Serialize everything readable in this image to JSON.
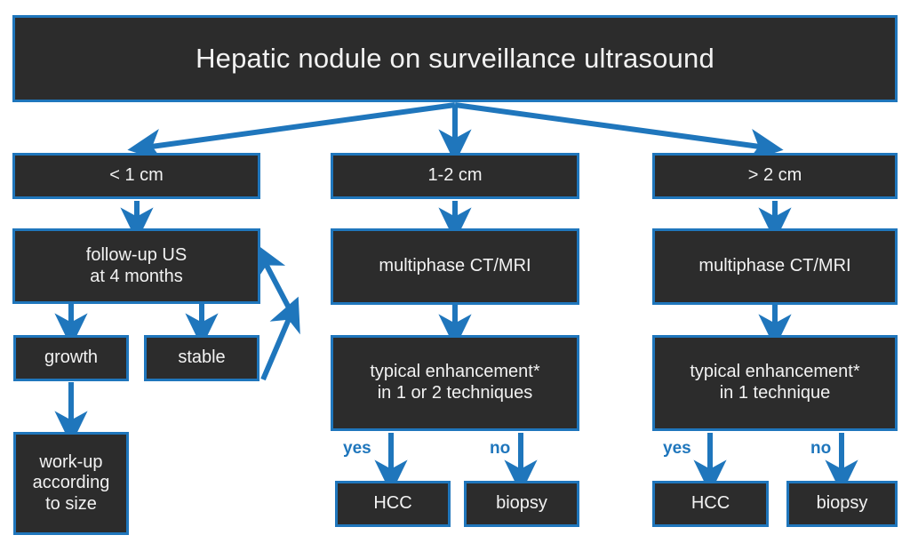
{
  "figure": {
    "kind": "clinical-decision-flowchart",
    "accent_color": "#1F76BC",
    "node_fill_color": "#2C2C2C",
    "node_text_color": "#F2F2F2",
    "background_color": "#FFFFFF"
  },
  "title": {
    "label": "Hepatic nodule on surveillance ultrasound"
  },
  "branches": {
    "small": {
      "size_label": "< 1 cm",
      "followup": "follow-up US\nat 4 months",
      "outcome_growth": "growth",
      "outcome_stable": "stable",
      "workup": "work-up\naccording\nto size"
    },
    "medium": {
      "size_label": "1-2 cm",
      "imaging": "multiphase CT/MRI",
      "criterion": "typical enhancement*\nin 1 or 2 techniques",
      "yes_label": "yes",
      "no_label": "no",
      "yes_outcome": "HCC",
      "no_outcome": "biopsy"
    },
    "large": {
      "size_label": "> 2 cm",
      "imaging": "multiphase CT/MRI",
      "criterion": "typical enhancement*\nin 1 technique",
      "yes_label": "yes",
      "no_label": "no",
      "yes_outcome": "HCC",
      "no_outcome": "biopsy"
    }
  }
}
